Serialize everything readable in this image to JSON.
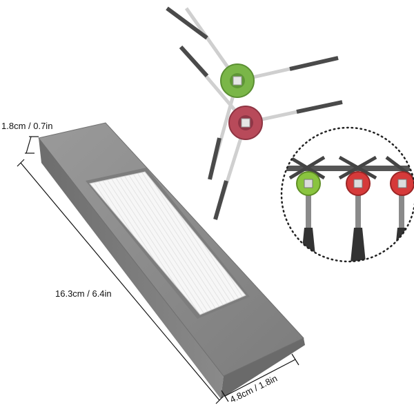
{
  "dimensions": {
    "height_label": "1.8cm / 0.7in",
    "length_label": "16.3cm / 6.4in",
    "width_label": "4.8cm / 1.8in"
  },
  "colors": {
    "background": "#ffffff",
    "filter_frame": "#8c8c8c",
    "filter_media": "#f4f4f4",
    "brush_hub_green": "#7ab648",
    "brush_hub_red": "#c8434a",
    "brush_bristles": "#4a4a4a"
  }
}
